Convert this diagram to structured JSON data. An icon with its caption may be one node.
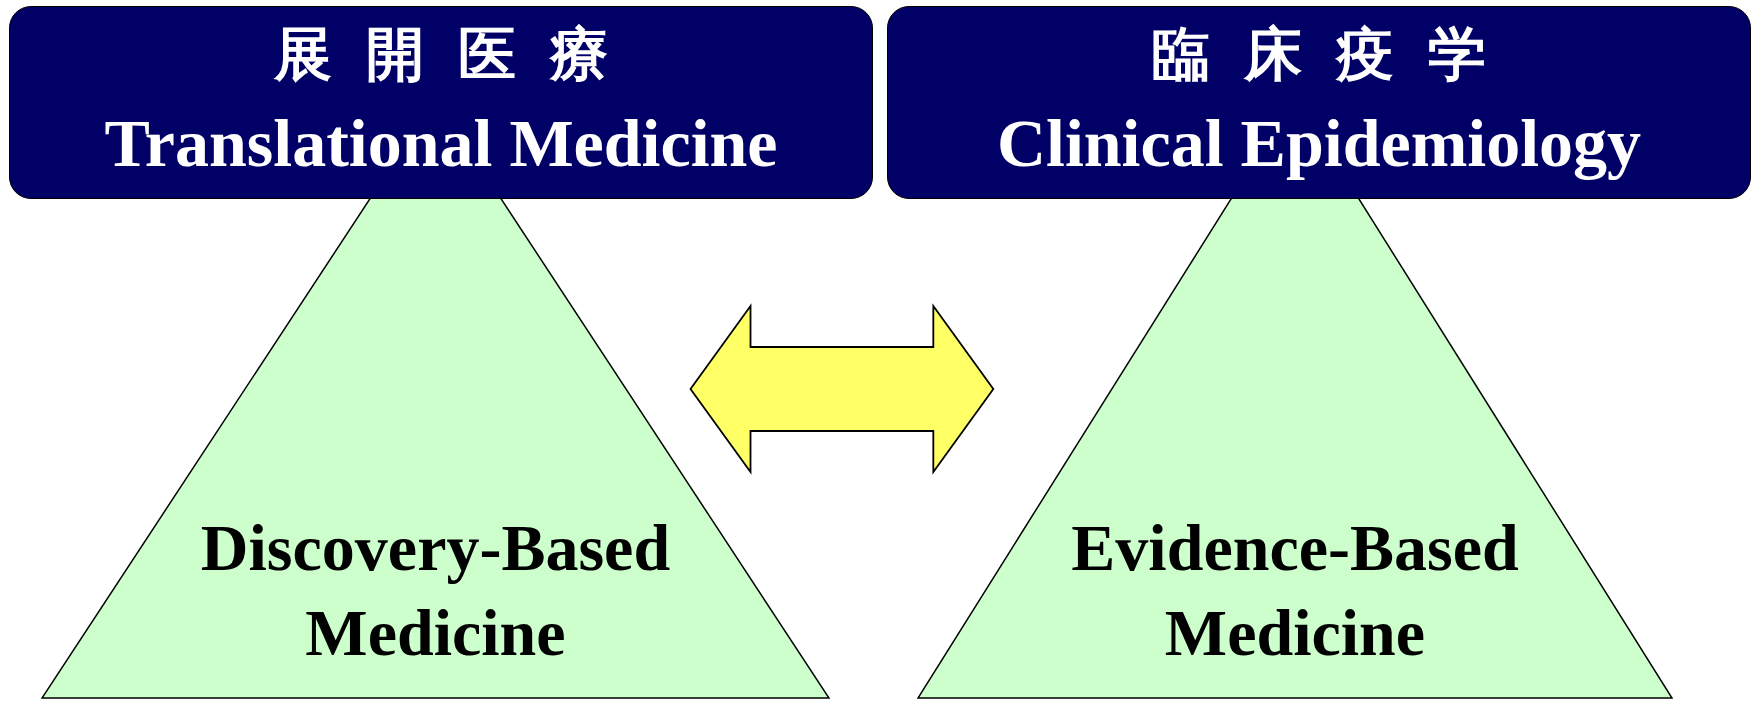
{
  "diagram": {
    "nodes": [
      {
        "text": [
          "展開医療",
          "Translational Medicine"
        ]
      },
      {
        "text": [
          "臨床疫学",
          "Clinical Epidemiology"
        ]
      },
      {
        "text": [
          "Discovery-Based Medicine"
        ]
      },
      {
        "text": [
          "Evidence-Based Medicine"
        ]
      }
    ],
    "edges": [
      {
        "from": 2,
        "to": 3,
        "arrow": "both"
      }
    ]
  }
}
